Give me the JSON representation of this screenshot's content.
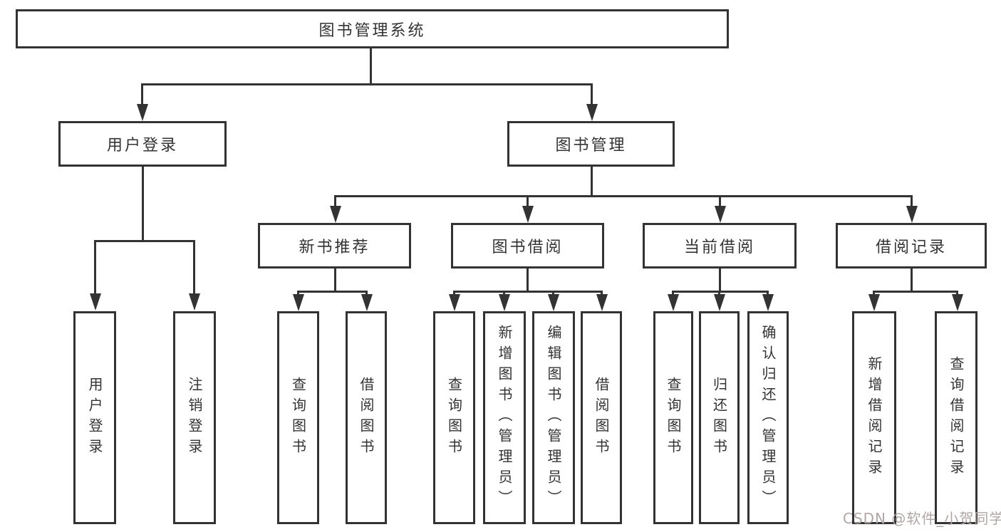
{
  "title": "图书管理系统",
  "watermark": "CSDN @软件_小贺同学",
  "colors": {
    "line": "#333333",
    "text": "#333333",
    "background": "#ffffff",
    "watermark": "#b0a6a6"
  },
  "nodes": {
    "root": {
      "label": "图书管理系统"
    },
    "user_login": {
      "label": "用户登录"
    },
    "book_mgmt": {
      "label": "图书管理"
    },
    "new_book_rec": {
      "label": "新书推荐"
    },
    "book_borrow": {
      "label": "图书借阅"
    },
    "current_borrow": {
      "label": "当前借阅"
    },
    "borrow_record": {
      "label": "借阅记录"
    },
    "user_login_leaf": {
      "label": "用户登录"
    },
    "logout_leaf": {
      "label": "注销登录"
    },
    "rec_query_book": {
      "label": "查询图书"
    },
    "rec_borrow_book": {
      "label": "借阅图书"
    },
    "bb_query_book": {
      "label": "查询图书"
    },
    "bb_add_book": {
      "label": "新增图书（管理员）"
    },
    "bb_edit_book": {
      "label": "编辑图书（管理员）"
    },
    "bb_borrow_book": {
      "label": "借阅图书"
    },
    "cb_query_book": {
      "label": "查询图书"
    },
    "cb_return_book": {
      "label": "归还图书"
    },
    "cb_confirm_return": {
      "label": "确认归还（管理员）"
    },
    "br_add_record": {
      "label": "新增借阅记录"
    },
    "br_query_record": {
      "label": "查询借阅记录"
    }
  },
  "hierarchy": {
    "图书管理系统": {
      "用户登录": [
        "用户登录",
        "注销登录"
      ],
      "图书管理": {
        "新书推荐": [
          "查询图书",
          "借阅图书"
        ],
        "图书借阅": [
          "查询图书",
          "新增图书（管理员）",
          "编辑图书（管理员）",
          "借阅图书"
        ],
        "当前借阅": [
          "查询图书",
          "归还图书",
          "确认归还（管理员）"
        ],
        "借阅记录": [
          "新增借阅记录",
          "查询借阅记录"
        ]
      }
    }
  }
}
